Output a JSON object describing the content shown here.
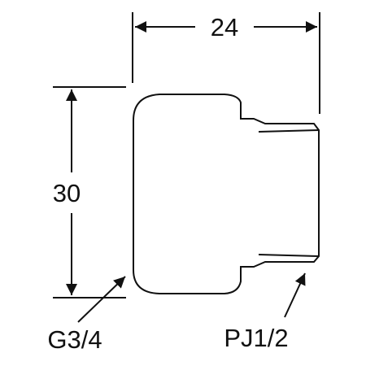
{
  "drawing": {
    "dimensions": {
      "width": "24",
      "height": "30"
    },
    "callouts": {
      "left_thread": "G3/4",
      "right_thread": "PJ1/2"
    },
    "colors": {
      "line": "#111111",
      "fill": "#ffffff"
    }
  }
}
